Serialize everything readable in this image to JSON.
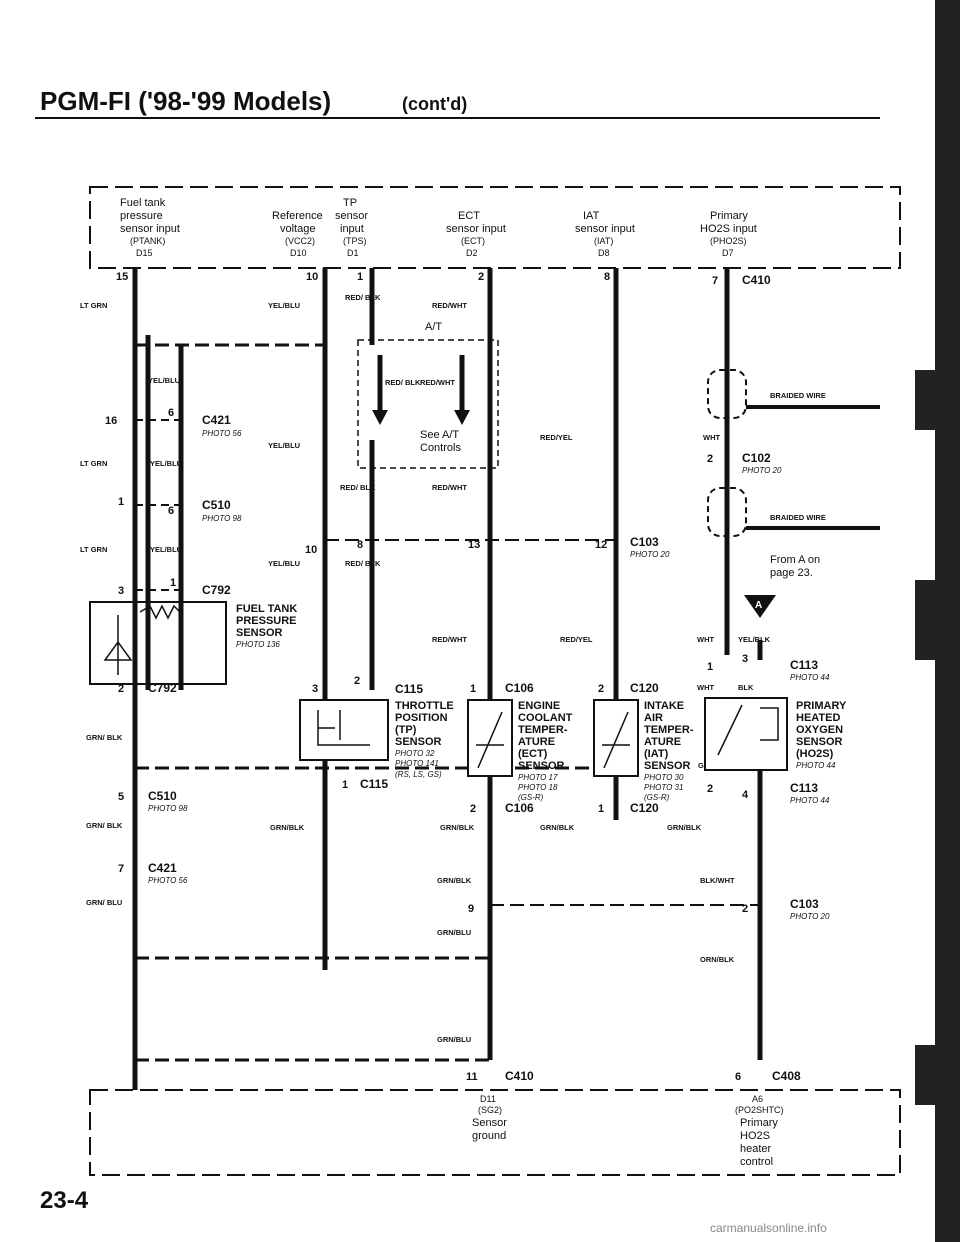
{
  "page": {
    "title": "PGM-FI ('98-'99 Models)",
    "title_suffix": "(cont'd)",
    "page_number": "23-4",
    "watermark": "carmanualsonline.info"
  },
  "ecm_top": {
    "fuel_tank": [
      "Fuel tank",
      "pressure",
      "sensor input",
      "(PTANK)",
      "D15"
    ],
    "vcc2": [
      "Reference",
      "voltage",
      "(VCC2)",
      "D10"
    ],
    "tps": [
      "TP",
      "sensor",
      "input",
      "(TPS)",
      "D1"
    ],
    "ect": [
      "ECT",
      "sensor input",
      "(ECT)",
      "D2"
    ],
    "iat": [
      "IAT",
      "sensor input",
      "(IAT)",
      "D8"
    ],
    "ho2s": [
      "Primary",
      "HO2S input",
      "(PHO2S)",
      "D7"
    ]
  },
  "ecm_bottom": {
    "sg2": [
      "D11",
      "(SG2)",
      "Sensor",
      "ground"
    ],
    "ho2s_heater": [
      "A6",
      "(PO2SHTC)",
      "Primary",
      "HO2S",
      "heater",
      "control"
    ]
  },
  "pins": {
    "p15": "15",
    "p10": "10",
    "p1": "1",
    "p2": "2",
    "p8": "8",
    "p7": "7",
    "p16": "16",
    "p6a": "6",
    "p6b": "6",
    "p1b": "1",
    "p10b": "10",
    "p8b": "8",
    "p13": "13",
    "p12": "12",
    "p2b": "2",
    "p3a": "3",
    "p1c": "1",
    "p2c": "2",
    "p3b": "3",
    "p2d": "2",
    "p1d": "1",
    "p1e": "1",
    "p2e": "2",
    "p1f": "1",
    "p3c": "3",
    "p2f": "2",
    "p4": "4",
    "p5": "5",
    "p7b": "7",
    "p9": "9",
    "p2g": "2",
    "p11": "11",
    "p6c": "6",
    "p1g": "1",
    "p3d": "3"
  },
  "connectors": {
    "c410_top": "C410",
    "c421": "C421",
    "c510": "C510",
    "c792": "C792",
    "c102": "C102",
    "c103": "C103",
    "c113": "C113",
    "c115": "C115",
    "c106": "C106",
    "c120": "C120",
    "c792b": "C792",
    "c510b": "C510",
    "c421b": "C421",
    "c115b": "C115",
    "c106b": "C106",
    "c120b": "C120",
    "c113b": "C113",
    "c103b": "C103",
    "c410_bot": "C410",
    "c408": "C408"
  },
  "photos": {
    "p56": "PHOTO 56",
    "p98": "PHOTO 98",
    "p136": "PHOTO 136",
    "p20": "PHOTO 20",
    "p20b": "PHOTO 20",
    "p44": "PHOTO 44",
    "p32": "PHOTO 32",
    "p141": "PHOTO 141",
    "p17": "PHOTO 17",
    "p18": "PHOTO 18",
    "p30": "PHOTO 30",
    "p31": "PHOTO 31",
    "p44b": "PHOTO 44",
    "p44c": "PHOTO 44",
    "p98b": "PHOTO 98",
    "p56b": "PHOTO 56",
    "p20c": "PHOTO 20"
  },
  "wires": {
    "lt_grn": "LT GRN",
    "yel_blu": "YEL/BLU",
    "red_blk": "RED/ BLK",
    "red_wht": "RED/WHT",
    "red_yel": "RED/YEL",
    "wht": "WHT",
    "yel_blk": "YEL/BLK",
    "blk": "BLK",
    "grn_blk": "GRN/ BLK",
    "grn_blk2": "GRN/BLK",
    "grn_blu": "GRN/ BLU",
    "grn_blu2": "GRN/BLU",
    "grn": "GRN",
    "blk_wht": "BLK/WHT",
    "orn_blk": "ORN/BLK",
    "braided": "BRAIDED WIRE"
  },
  "components": {
    "fuel_tank_sensor": [
      "FUEL TANK",
      "PRESSURE",
      "SENSOR"
    ],
    "tp_sensor": [
      "THROTTLE",
      "POSITION",
      "(TP)",
      "SENSOR"
    ],
    "tp_note": "(RS, LS, GS)",
    "ect_sensor": [
      "ENGINE",
      "COOLANT",
      "TEMPER-",
      "ATURE",
      "(ECT)",
      "SENSOR"
    ],
    "ect_note": "(GS-R)",
    "iat_sensor": [
      "INTAKE",
      "AIR",
      "TEMPER-",
      "ATURE",
      "(IAT)",
      "SENSOR"
    ],
    "iat_note": "(GS-R)",
    "ho2s_sensor": [
      "PRIMARY",
      "HEATED",
      "OXYGEN",
      "SENSOR",
      "(HO2S)"
    ]
  },
  "notes": {
    "at": "A/T",
    "see_at": [
      "See A/T",
      "Controls"
    ],
    "from_a": [
      "From A on",
      "page 23."
    ],
    "a_marker": "A"
  }
}
